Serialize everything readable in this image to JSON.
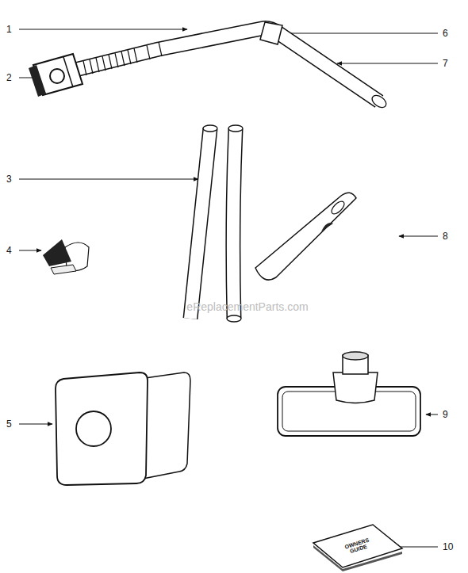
{
  "diagram": {
    "labels": [
      "1",
      "2",
      "3",
      "4",
      "5",
      "6",
      "7",
      "8",
      "9",
      "10",
      "eReplacementParts.com",
      "OWNERS GUIDE"
    ]
  }
}
